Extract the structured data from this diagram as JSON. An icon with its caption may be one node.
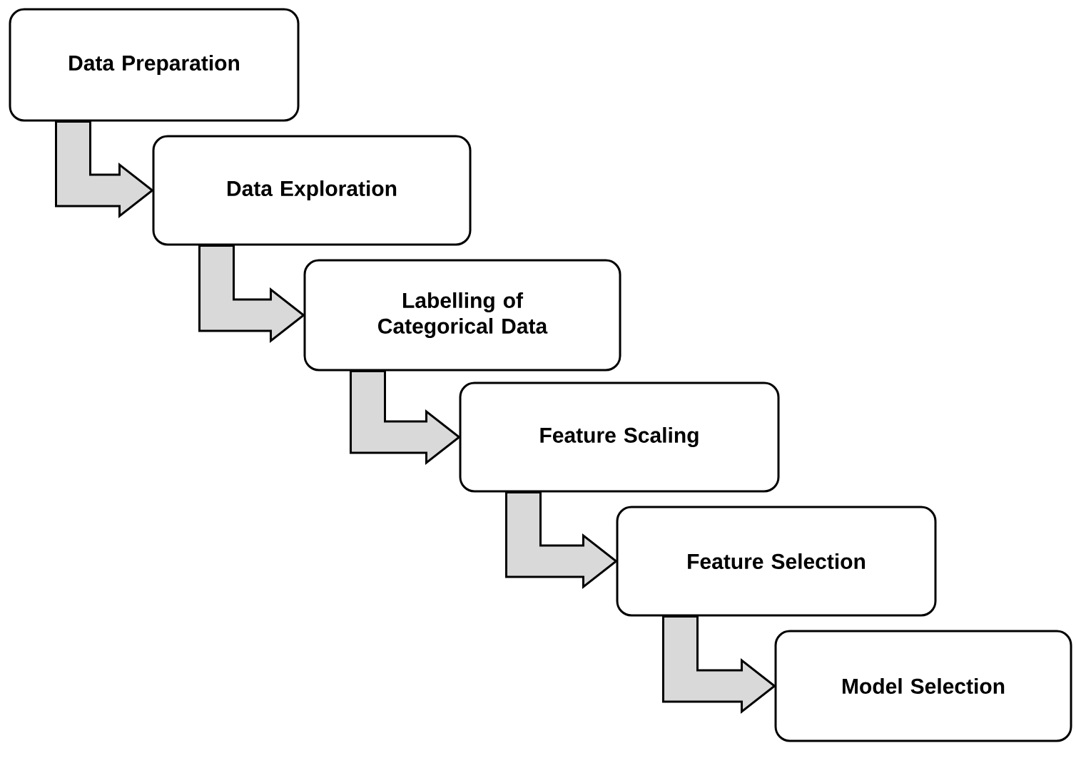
{
  "diagram": {
    "nodes": [
      {
        "text": [
          "Data Preparation"
        ]
      },
      {
        "text": [
          "Data Exploration"
        ]
      },
      {
        "text": [
          "Labelling of Categorical Data"
        ]
      },
      {
        "text": [
          "Feature Scaling"
        ]
      },
      {
        "text": [
          "Feature Selection"
        ]
      },
      {
        "text": [
          "Model Selection"
        ]
      }
    ],
    "edges": [
      {
        "from": 0,
        "to": 1,
        "arrow": "to"
      },
      {
        "from": 1,
        "to": 2,
        "arrow": "to"
      },
      {
        "from": 2,
        "to": 3,
        "arrow": "to"
      },
      {
        "from": 3,
        "to": 4,
        "arrow": "to"
      },
      {
        "from": 4,
        "to": 5,
        "arrow": "to"
      }
    ]
  }
}
